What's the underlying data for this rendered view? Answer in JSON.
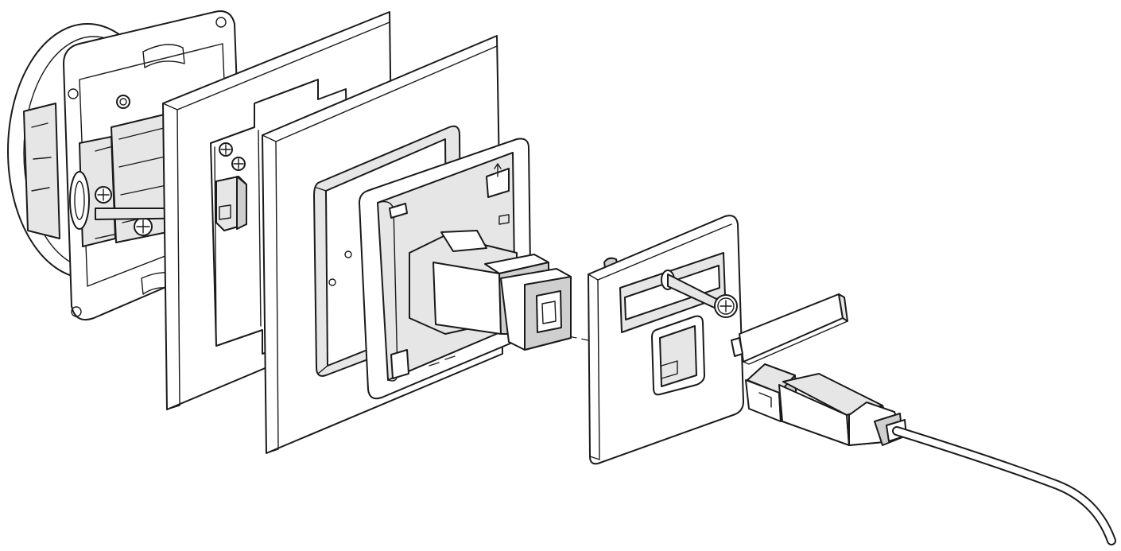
{
  "diagram": {
    "kind": "exploded-assembly",
    "background": "#ffffff",
    "line_color": "#1a1a1a",
    "fill_light": "#ffffff",
    "fill_shade": "#e6e6e6",
    "parts": [
      "mounting-box",
      "support-plate",
      "cover-frame",
      "insert-carrier",
      "connector-module",
      "cover-plate",
      "fixing-screw",
      "label-strip",
      "usb-plug",
      "cable"
    ]
  }
}
